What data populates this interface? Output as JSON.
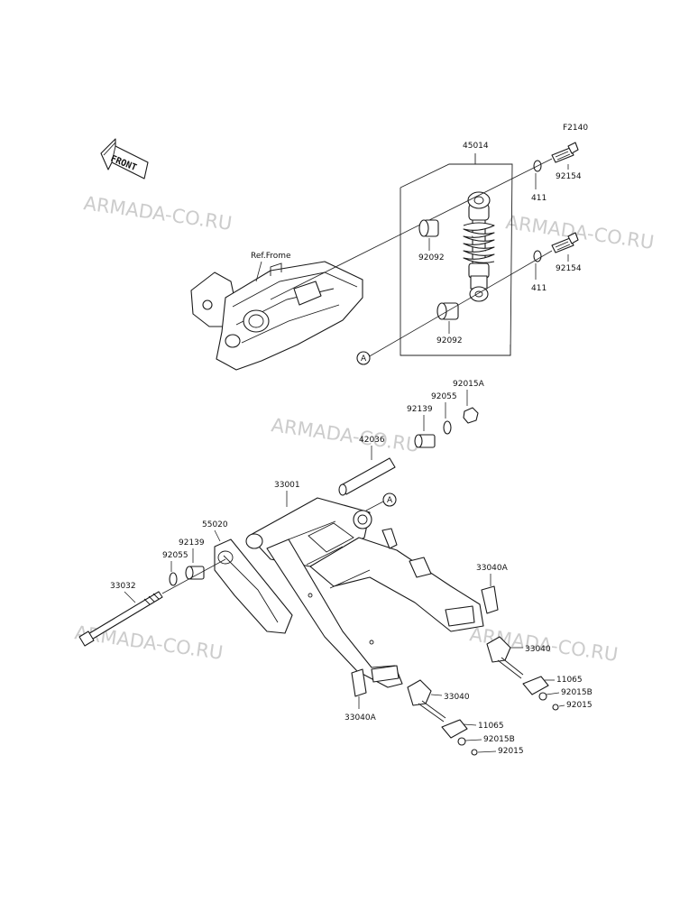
{
  "diagram": {
    "ref_code": "F2140",
    "front_label": "FRONT",
    "ref_frame_label": "Ref.Frome",
    "watermark": "ARMADA-CO.RU",
    "callout_marker": "A",
    "labels": {
      "p45014": "45014",
      "p92154_top": "92154",
      "p411_top": "411",
      "p92092_top": "92092",
      "p92154_bot": "92154",
      "p411_bot": "411",
      "p92092_bot": "92092",
      "p92015A": "92015A",
      "p92055_right": "92055",
      "p92139_right": "92139",
      "p42036": "42036",
      "p33001": "33001",
      "p55020": "55020",
      "p92139_left": "92139",
      "p92055_left": "92055",
      "p33032": "33032",
      "p33040A_right": "33040A",
      "p33040_right": "33040",
      "p11065_right": "11065",
      "p92015B_right": "92015B",
      "p92015_right": "92015",
      "p33040_center": "33040",
      "p33040A_left": "33040A",
      "p11065_bottom": "11065",
      "p92015B_bottom": "92015B",
      "p92015_bottom": "92015"
    }
  }
}
